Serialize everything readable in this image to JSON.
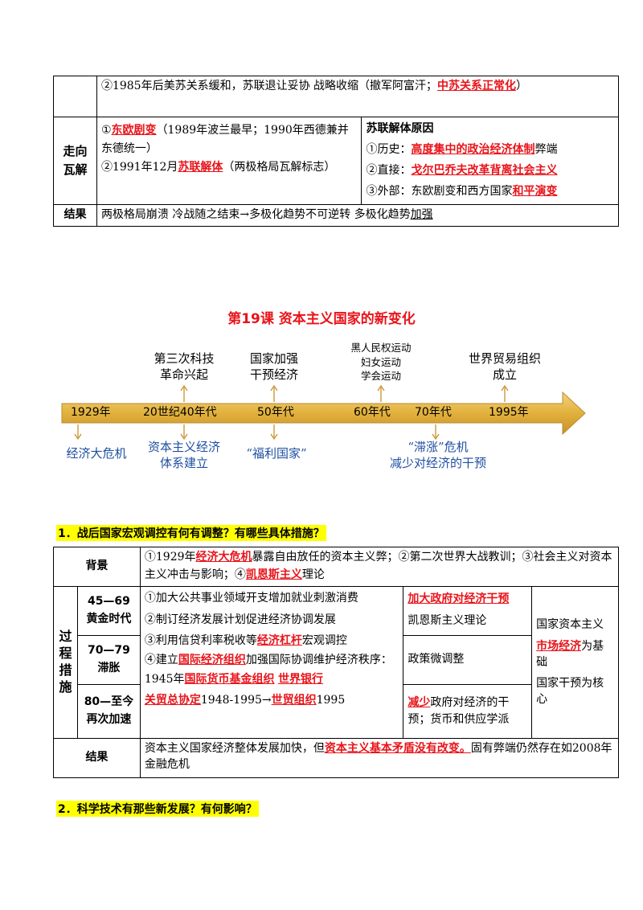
{
  "table1": {
    "r1_c2": {
      "text_a": "②1985年后美苏关系缓和，苏联退让妥协 战略收缩（撤军阿富汗；",
      "red": "中苏关系正常化",
      "text_b": "）"
    },
    "r2_c1": "走向瓦解",
    "r2_c2": {
      "p1_pre": "①",
      "p1_red": "东欧剧变",
      "p1_post": "（1989年波兰最早；1990年西德兼并东德统一）",
      "p2_pre": "②1991年12月",
      "p2_red": "苏联解体",
      "p2_post": "（两极格局瓦解标志）"
    },
    "r2_c3": {
      "title": "苏联解体原因",
      "l1_pre": "①历史：",
      "l1_red": "高度集中的政治经济体制",
      "l1_post": "弊端",
      "l2_pre": "②直接：",
      "l2_red": "戈尔巴乔夫改革背离社会主义",
      "l3_pre": "③外部：东欧剧变和西方国家",
      "l3_red": "和平演变"
    },
    "r3_c1": "结果",
    "r3_c2": {
      "text": "两极格局崩溃 冷战随之结束→多极化趋势不可逆转 多极化趋势",
      "underline": "加强"
    }
  },
  "lesson_title": "第19课  资本主义国家的新变化",
  "timeline": {
    "years": [
      "1929年",
      "20世纪40年代",
      "50年代",
      "60年代",
      "70年代",
      "1995年"
    ],
    "above": [
      {
        "l1": "第三次科技",
        "l2": "革命兴起"
      },
      {
        "l1": "国家加强",
        "l2": "干预经济"
      },
      {
        "l1": "黑人民权运动",
        "l2": "妇女运动",
        "l3": "学会运动"
      },
      {
        "l1": "世界贸易组织",
        "l2": "成立"
      }
    ],
    "below": [
      {
        "l1": "经济大危机"
      },
      {
        "l1": "资本主义经济",
        "l2": "体系建立"
      },
      {
        "l1": "“福利国家”"
      },
      {
        "l1": "“滞涨”危机",
        "l2": "减少对经济的干预"
      }
    ],
    "arrow_color": "#e2b13c"
  },
  "q1": "1．战后国家宏观调控有何有调整？有哪些具体措施？",
  "table2": {
    "bg_label": "背景",
    "bg": {
      "a": "①1929年",
      "r1": "经济大危机",
      "b": "暴露自由放任的资本主义弊；②第二次世界大战教训；③社会主义对资本主义冲击与影响；④",
      "r2": "凯恩斯主义",
      "c": "理论"
    },
    "proc_label": "过程措施",
    "p1_label_a": "45—69",
    "p1_label_b": "黄金时代",
    "p2_label_a": "70—79",
    "p2_label_b": "滞胀",
    "p3_label_a": "80—至今",
    "p3_label_b": "再次加速",
    "m1": "①加大公共事业领域开支增加就业刺激消费",
    "m2": "②制订经济发展计划促进经济协调发展",
    "m3_a": "③利用信贷利率税收等",
    "m3_red": "经济杠杆",
    "m3_b": "宏观调控",
    "m4_a": "④建立",
    "m4_red": "国际经济组织",
    "m4_b": "加强国际协调维护经济秩序：",
    "m5_a": "1945年",
    "m5_r1": "国际货币基金组织",
    "m5_r2": "世界银行",
    "m6_r1": "关贸总协定",
    "m6_a": "1948-1995→",
    "m6_r2": "世贸组织",
    "m6_b": "1995",
    "c3_1_red": "加大政府对经济干预",
    "c3_1_b": "凯恩斯主义理论",
    "c3_2": "政策微调整",
    "c3_3_red": "减少",
    "c3_3_b": "政府对经济的干预；货币和供应学派",
    "c4_a": "国家资本主义",
    "c4_red": "市场经济",
    "c4_b": "为基础",
    "c4_c": "国家干预为核心",
    "res_label": "结果",
    "res_a": "资本主义国家经济整体发展加快，但",
    "res_red": "资本主义基本矛盾没有改变。",
    "res_b": "固有弊端仍然存在如2008年金融危机"
  },
  "q2": "2．科学技术有那些新发展？有何影响？"
}
